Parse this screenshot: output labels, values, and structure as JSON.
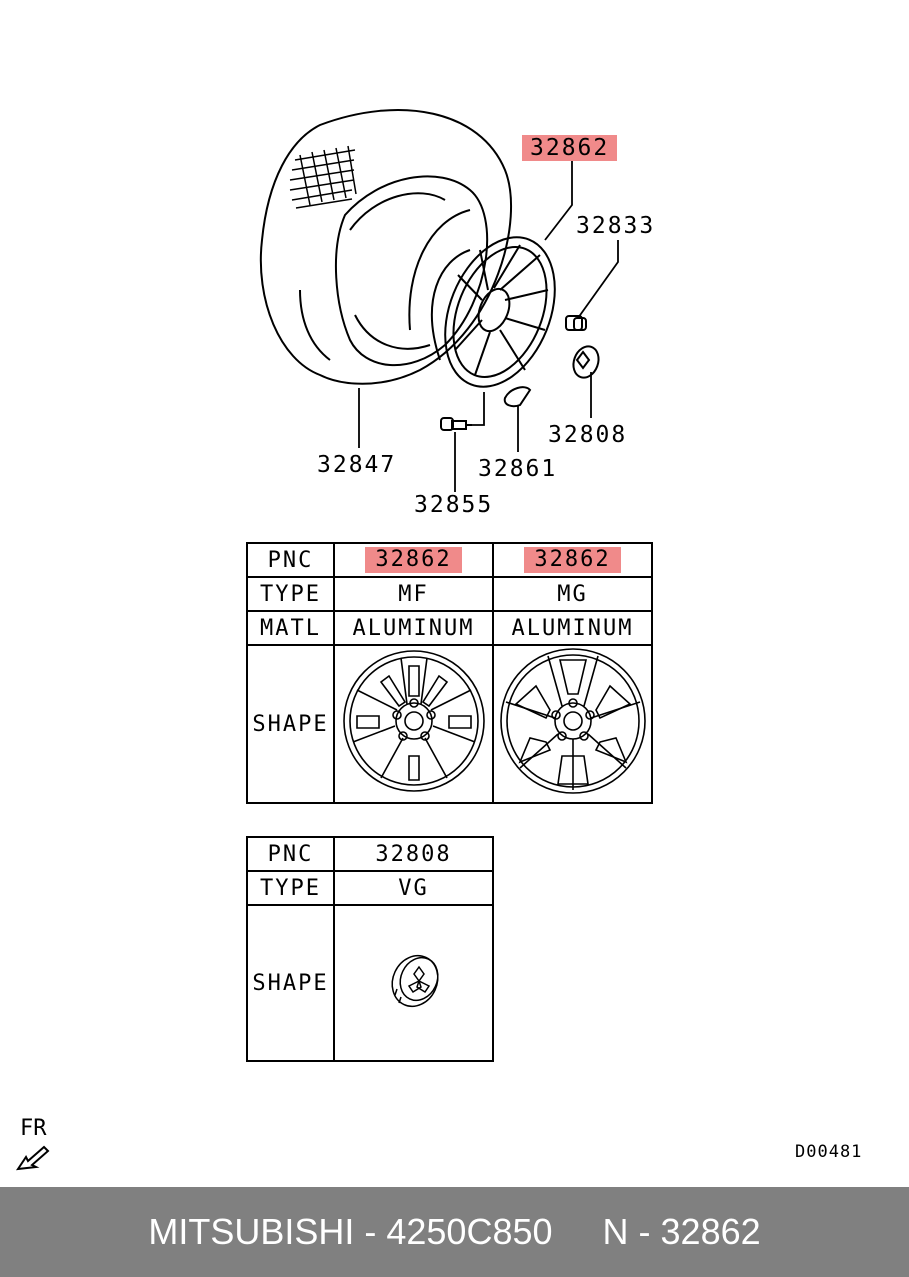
{
  "callouts": {
    "wheel": "32862",
    "nut": "32833",
    "tire": "32847",
    "valve": "32855",
    "weight": "32861",
    "cap": "32808"
  },
  "table1": {
    "h_pnc": "PNC",
    "h_type": "TYPE",
    "h_matl": "MATL",
    "h_shape": "SHAPE",
    "col1": {
      "pnc": "32862",
      "type": "MF",
      "matl": "ALUMINUM"
    },
    "col2": {
      "pnc": "32862",
      "type": "MG",
      "matl": "ALUMINUM"
    }
  },
  "table2": {
    "h_pnc": "PNC",
    "h_type": "TYPE",
    "h_shape": "SHAPE",
    "pnc": "32808",
    "type": "VG"
  },
  "fr_label": "FR",
  "diagram_code": "D00481",
  "footer": {
    "brand_part": "MITSUBISHI - 4250C850",
    "pnc": "N - 32862"
  },
  "highlight_color": "#f08a8a",
  "footer_color": "#808080"
}
